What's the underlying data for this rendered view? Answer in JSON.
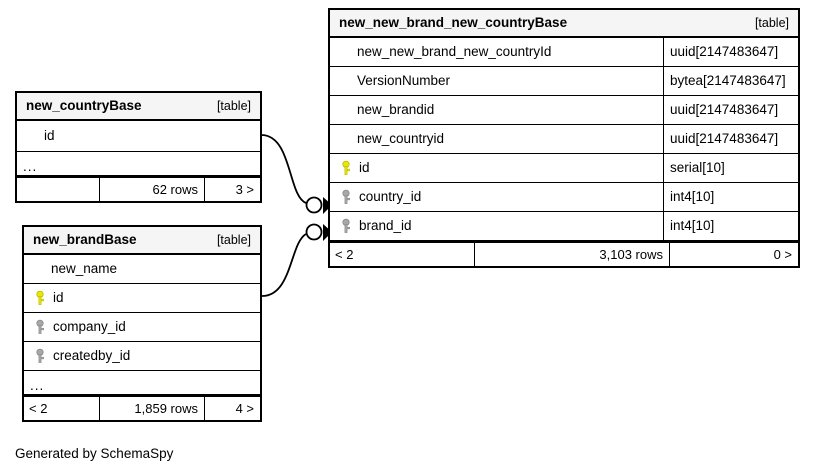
{
  "diagram": {
    "credit": "Generated by SchemaSpy",
    "table_tag": "[table]",
    "ellipsis": "...",
    "colors": {
      "primary_key": "#e8e800",
      "foreign_key": "#a8a8a8",
      "header_bg": "#f5f5f5",
      "border": "#000000",
      "canvas_bg": "#ffffff"
    }
  },
  "entities": [
    {
      "id": "new_new_brand_new_countryBase",
      "title": "new_new_brand_new_countryBase",
      "tag": "[table]",
      "columns": [
        {
          "name": "new_new_brand_new_countryId",
          "type": "uuid[2147483647]",
          "key": "none"
        },
        {
          "name": "VersionNumber",
          "type": "bytea[2147483647]",
          "key": "none"
        },
        {
          "name": "new_brandid",
          "type": "uuid[2147483647]",
          "key": "none"
        },
        {
          "name": "new_countryid",
          "type": "uuid[2147483647]",
          "key": "none"
        },
        {
          "name": "id",
          "type": "serial[10]",
          "key": "primary"
        },
        {
          "name": "country_id",
          "type": "int4[10]",
          "key": "foreign"
        },
        {
          "name": "brand_id",
          "type": "int4[10]",
          "key": "foreign"
        }
      ],
      "has_ellipsis_row": false,
      "footer": {
        "left": "< 2",
        "middle": "3,103 rows",
        "right": "0 >"
      }
    },
    {
      "id": "new_countryBase",
      "title": "new_countryBase",
      "tag": "[table]",
      "columns": [
        {
          "name": "id",
          "type": "",
          "key": "none"
        }
      ],
      "has_ellipsis_row": true,
      "footer": {
        "left": "",
        "middle": "62 rows",
        "right": "3 >"
      }
    },
    {
      "id": "new_brandBase",
      "title": "new_brandBase",
      "tag": "[table]",
      "columns": [
        {
          "name": "new_name",
          "type": "",
          "key": "none"
        },
        {
          "name": "id",
          "type": "",
          "key": "primary"
        },
        {
          "name": "company_id",
          "type": "",
          "key": "foreign"
        },
        {
          "name": "createdby_id",
          "type": "",
          "key": "foreign"
        }
      ],
      "has_ellipsis_row": true,
      "footer": {
        "left": "< 2",
        "middle": "1,859 rows",
        "right": "4 >"
      }
    }
  ],
  "relationships": [
    {
      "from": "new_countryBase.id",
      "to": "new_new_brand_new_countryBase.country_id",
      "from_marker": "none",
      "to_marker": "zero-or-more"
    },
    {
      "from": "new_brandBase.id",
      "to": "new_new_brand_new_countryBase.brand_id",
      "from_marker": "none",
      "to_marker": "zero-or-more"
    }
  ]
}
